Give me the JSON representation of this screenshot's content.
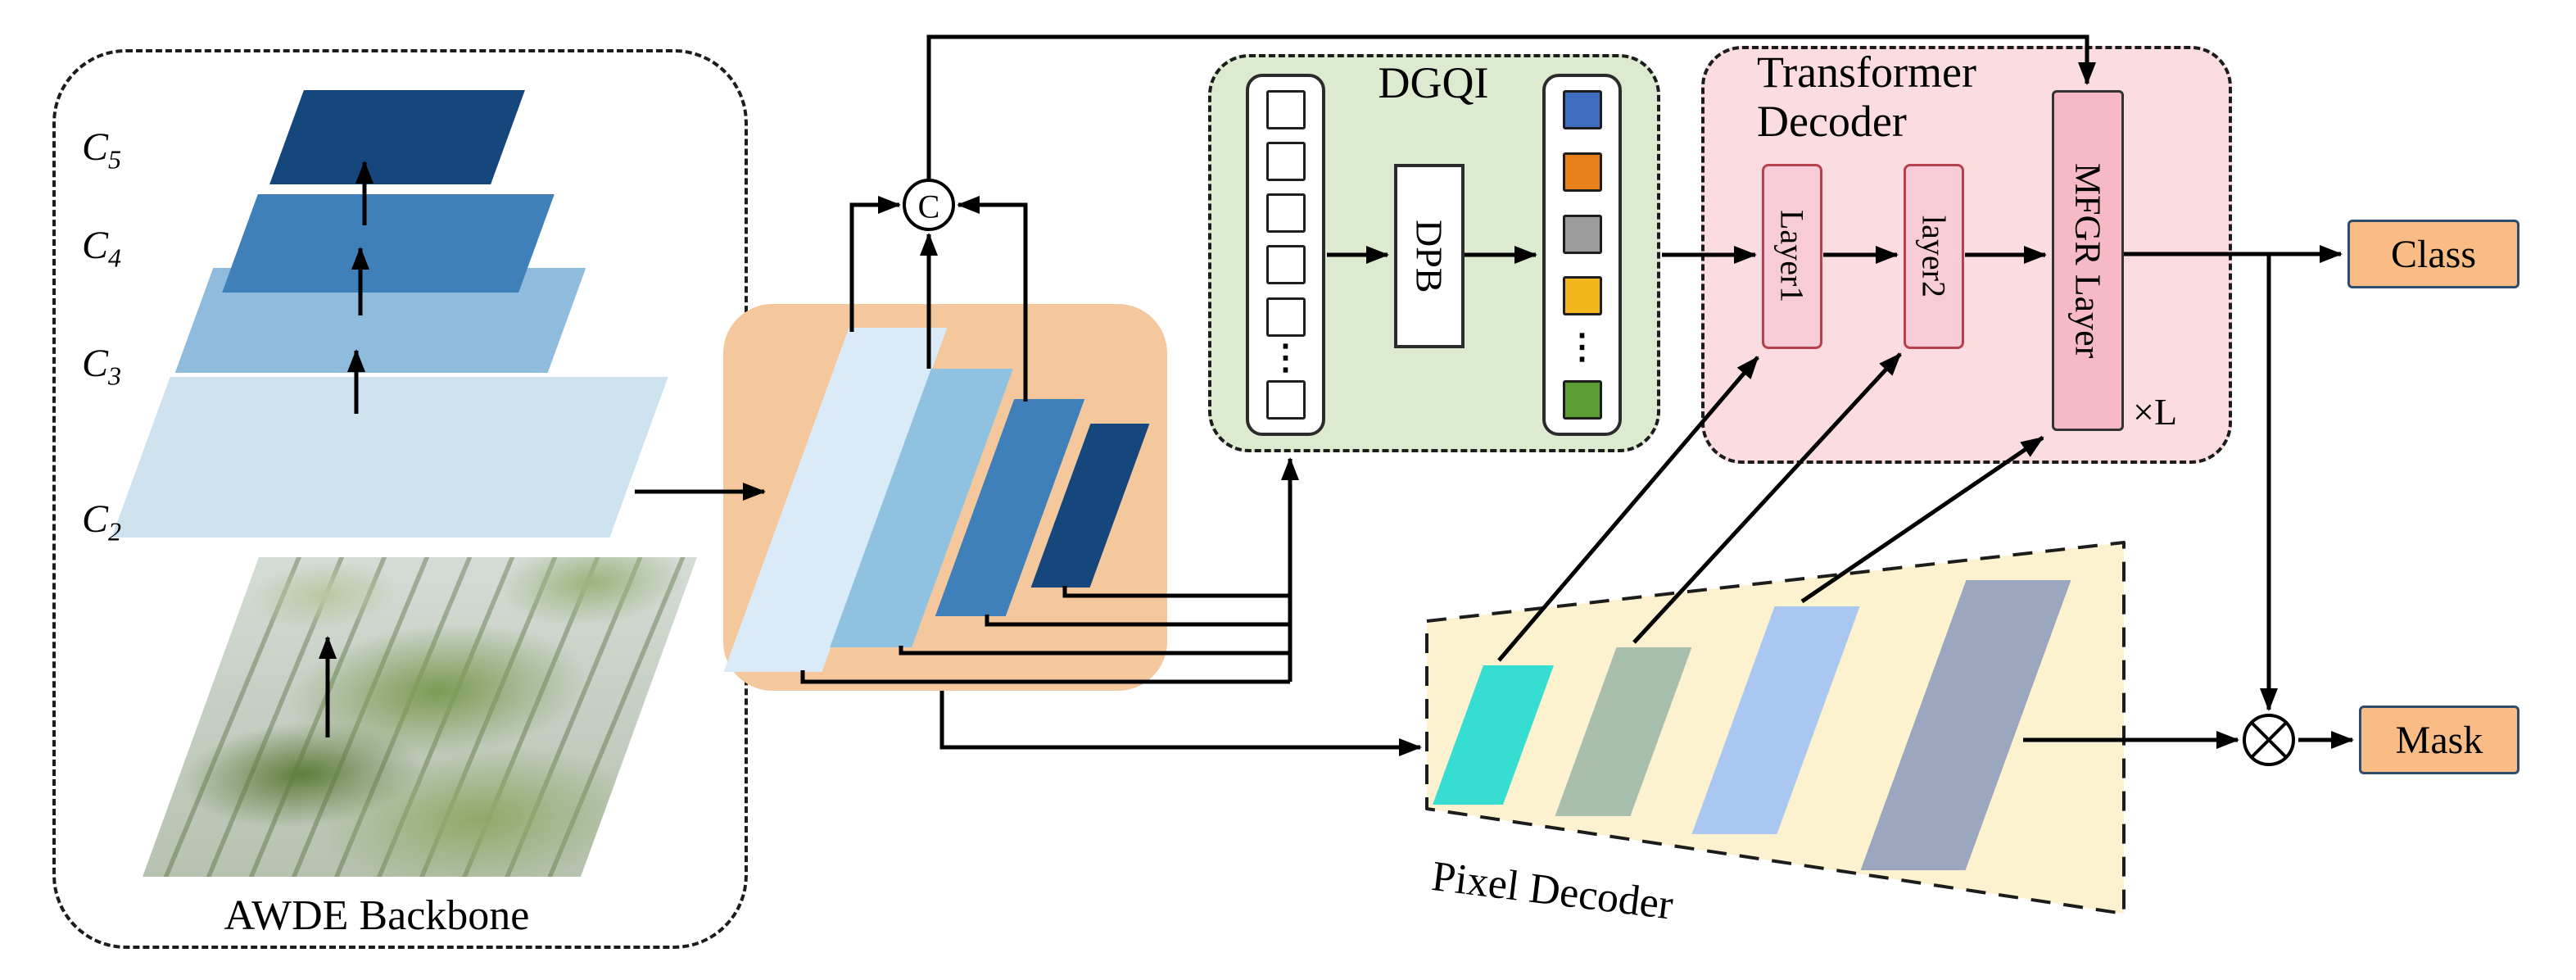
{
  "backbone": {
    "label": "AWDE Backbone",
    "layers": [
      {
        "base": "C",
        "sub": "5",
        "color": "#16477c"
      },
      {
        "base": "C",
        "sub": "4",
        "color": "#3f80ba"
      },
      {
        "base": "C",
        "sub": "3",
        "color": "#8fbcdd"
      },
      {
        "base": "C",
        "sub": "2",
        "color": "#cfe2ef"
      }
    ]
  },
  "feature_box": {
    "bg": "#f5c79c",
    "colors": [
      "#daeaf6",
      "#8fc2e1",
      "#3f80ba",
      "#16477c"
    ]
  },
  "concat": {
    "symbol": "C"
  },
  "dgqi": {
    "title": "DGQI",
    "dpb_label": "DPB",
    "bg": "#dcead0",
    "input_dots": "⋮",
    "query_dots": "⋮",
    "query_colors": [
      "#3f6ec0",
      "#e8801a",
      "#9c9c9c",
      "#f3b71b",
      "#5a9e35"
    ]
  },
  "transformer": {
    "title": "Transformer Decoder",
    "bg": "#fbdce1",
    "layer1": "Layer1",
    "layer2": "layer2",
    "mfgr": "MFGR Layer",
    "repeat": "×L"
  },
  "pixel_decoder": {
    "label": "Pixel Decoder",
    "bg": "#fdf2cf",
    "feature_colors": [
      "#36ddd1",
      "#a9bfae",
      "#a9c7f0",
      "#9aa7be"
    ]
  },
  "outputs": {
    "class_label": "Class",
    "mask_label": "Mask",
    "box_bg": "#f9bc84",
    "box_border": "#2e4d6e"
  }
}
